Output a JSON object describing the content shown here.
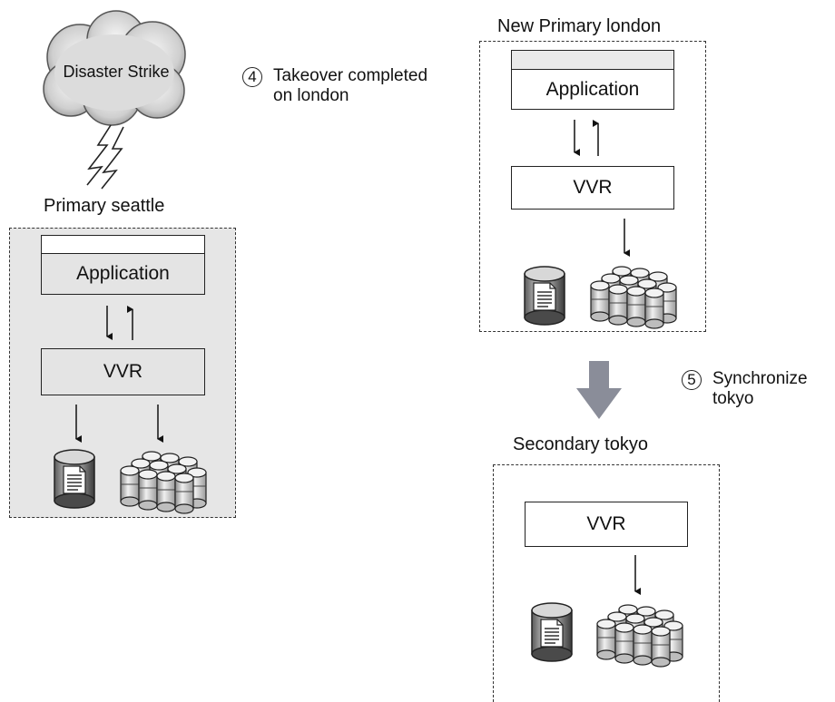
{
  "disaster": {
    "label": "Disaster Strike"
  },
  "primary": {
    "title": "Primary seattle",
    "app_label": "Application",
    "vvr_label": "VVR"
  },
  "new_primary": {
    "title": "New Primary london",
    "app_label": "Application",
    "vvr_label": "VVR"
  },
  "secondary": {
    "title": "Secondary tokyo",
    "vvr_label": "VVR"
  },
  "steps": [
    {
      "number": "4",
      "line1": "Takeover completed",
      "line2": "on london"
    },
    {
      "number": "5",
      "line1": "Synchronize",
      "line2": "tokyo"
    }
  ],
  "colors": {
    "shaded": "#e6e6e6",
    "big_arrow": "#8a8d99"
  },
  "icons": [
    "cloud-icon",
    "lightning-icon",
    "database-icon",
    "storage-array-icon"
  ]
}
